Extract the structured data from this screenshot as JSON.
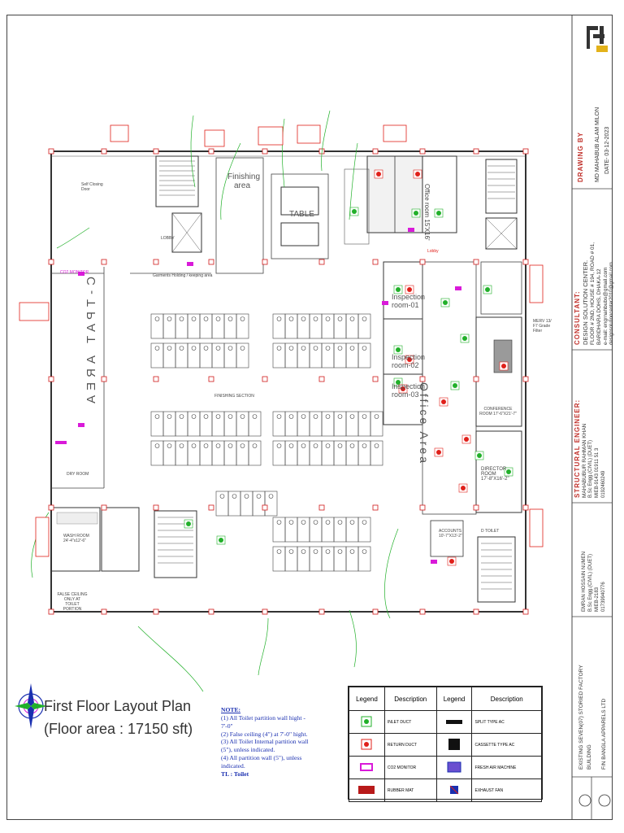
{
  "plan": {
    "title": "First Floor Layout Plan",
    "area": "(Floor area : 17150 sft)"
  },
  "notes": {
    "heading": "NOTE:",
    "items": [
      "(1) All Toilet partition wall hight - 7'-0\"",
      "(2) False ceiling (4\") at 7'-0\" hight.",
      "(3) All Toilet Internal partition wall (5\"), unless indicated.",
      "(4) All partition wall (5\"), unless indicated.",
      "TL : Toilet"
    ]
  },
  "legend": {
    "headers": [
      "Legend",
      "Description",
      "Legend",
      "Description"
    ],
    "rows": [
      [
        "INLET DUCT",
        "SPLIT TYPE AC"
      ],
      [
        "RETURN DUCT",
        "CASSETTE TYPE AC"
      ],
      [
        "CO2 MONITOR",
        "FRESH AIR MACHINE"
      ],
      [
        "RUBBER MAT",
        "EXHAUST FAN"
      ]
    ]
  },
  "title_block": {
    "drawing_by_label": "DRAWING BY",
    "drawing_by_name": "MD MAHABUB ALAM MILON",
    "date": "DATE- 03-12-2023",
    "consultant_label": "CONSULTANT:",
    "consultant_lines": [
      "DESIGN SOLUTION CENTER.",
      "FLOOR # 2ND, HOUSE # 194, ROAD # 01,",
      "BARIDHARA DOHS, DHAKA-12",
      "e-mail: engrnahbubs@gmail.com",
      "designsolutioncenter2010@gmail.com"
    ],
    "structural_label": "STRUCTURAL ENGINEER:",
    "structural_lines": [
      "MAHABUBUR RAHMAN KHAN",
      "B.Sc Engg.(CIVIL) (DUET)",
      "MIEB-9143 01911 51 3",
      "0192460249",
      "EMRAN HOSSAIN NUMEN",
      "B.Sc Engg.(CIVIL) (DUET)",
      "MIEB-2183",
      "01739940776"
    ],
    "project_lines": [
      "EXISTING SEVEN(07) STORIED FACTORY",
      "BUILDING",
      "F/N BANGLA APPARELS LTD"
    ]
  },
  "rooms": {
    "finishing_area": "Finishing area",
    "table": "TABLE",
    "ctpat": "C-TPAT AREA",
    "finishing_section": "FINISHING SECTION",
    "inspection1": "Inspection room-01",
    "inspection2": "Inspection room-02",
    "inspection3": "Inspection room-03",
    "office_area": "Office Area",
    "office_room": "Office room 15'X16'",
    "conference": "CONFERENCE ROOM 17'-6\"X21'-7\"",
    "director": "DIRECTOR ROOM 17'-8\"X16'-2\"",
    "accounts": "ACCOUNTS 10'-7\"X13'-2\"",
    "garments_holding": "Garments Holding / keeping area",
    "wash_room": "WASH ROOM 24'-4\"x12'-6\"",
    "dry_room": "DRY ROOM",
    "lobby": "LOBBY",
    "lobby2": "Lobby",
    "self_closing": "Self Closing Door",
    "toilet": "D TOILET",
    "merv": "MERV 13/ F7 Grade Filter",
    "co2": "CO2 MONITOR",
    "false_ceiling": "FALSE CEILING ONLY AT TOILET PORTION"
  },
  "colors": {
    "green": "#22b02a",
    "red": "#e0201a",
    "magenta": "#d91ad9",
    "blue": "#1a2fb0",
    "line": "#333333"
  }
}
